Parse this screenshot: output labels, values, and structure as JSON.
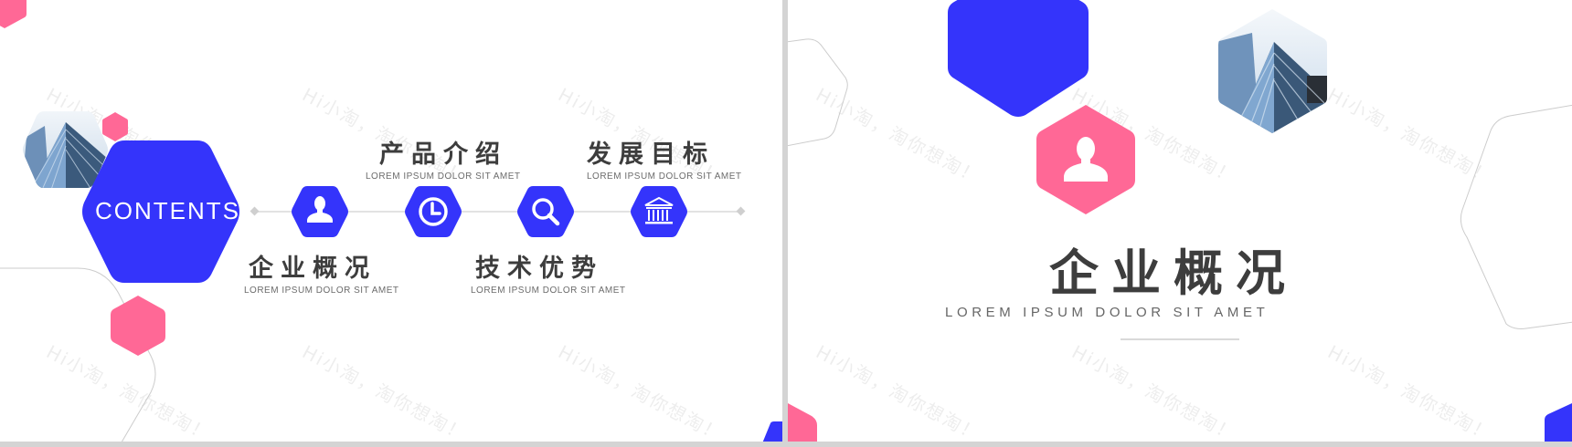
{
  "colors": {
    "blue": "#3434fb",
    "pink": "#ff6896",
    "text_dark": "#3d3d3d",
    "text_sub": "#6b6b6b",
    "line": "#e2e2e2",
    "outline": "#cccccc",
    "separator": "#d4d4d4"
  },
  "watermark": "Hi小淘，淘你想淘！",
  "slide1": {
    "contents_label": "CONTENTS",
    "items": [
      {
        "title": "企业概况",
        "subtitle": "LOREM IPSUM DOLOR SIT AMET",
        "icon": "person-icon",
        "position": "below"
      },
      {
        "title": "产品介绍",
        "subtitle": "LOREM IPSUM DOLOR SIT AMET",
        "icon": "clock-icon",
        "position": "above"
      },
      {
        "title": "技术优势",
        "subtitle": "LOREM IPSUM DOLOR SIT AMET",
        "icon": "search-icon",
        "position": "below"
      },
      {
        "title": "发展目标",
        "subtitle": "LOREM IPSUM DOLOR SIT AMET",
        "icon": "bank-icon",
        "position": "above"
      }
    ]
  },
  "slide2": {
    "title": "企业概况",
    "subtitle": "LOREM IPSUM DOLOR SIT AMET",
    "icon": "person-icon"
  }
}
